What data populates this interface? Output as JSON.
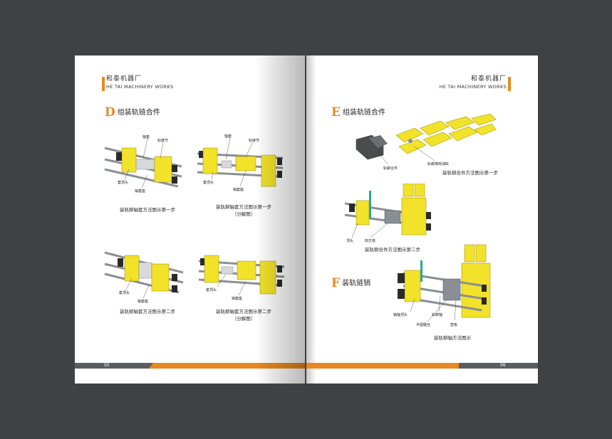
{
  "brand": {
    "cn": "和泰机器厂",
    "en": "HE TAI MACHINERY WORKS",
    "accent": "#e8891f",
    "yellow": "#f2e22a"
  },
  "left": {
    "section": {
      "letter": "D",
      "title": "组装轨链合件"
    },
    "figures": [
      {
        "caption": [
          "装轨耕轴套方法图示第一步"
        ],
        "labels": [
          "轴套",
          "轨链节",
          "套顶头",
          "销套座"
        ]
      },
      {
        "caption": [
          "装轨耕轴套方法图示第一步",
          "（分解图）"
        ],
        "labels": [
          "轴套",
          "轨链节",
          "套顶头",
          "销套座"
        ]
      },
      {
        "caption": [
          "装轨耕轴套方法图示第二步"
        ],
        "labels": [
          "套顶头",
          "销套座"
        ]
      },
      {
        "caption": [
          "装轨耕轴套方法图示第二步",
          "（分解图）"
        ],
        "labels": [
          "套顶头",
          "销套座"
        ]
      }
    ],
    "page_number": "05"
  },
  "right": {
    "sections": [
      {
        "letter": "E",
        "title": "组装轨链合件"
      },
      {
        "letter": "F",
        "title": "装轨链销"
      }
    ],
    "figures": [
      {
        "caption": [
          "装轨耕合件方法图示第一步"
        ],
        "labels": [
          "轨耕合件",
          "轨耕撑用油缸"
        ]
      },
      {
        "caption": [
          "装轨耕合件方法图示第二步"
        ],
        "labels": [
          "顶头",
          "四方铁"
        ]
      },
      {
        "caption": [
          "装轨耕轴方法图示"
        ],
        "labels": [
          "销轴顶头",
          "轨耕轴",
          "半圆键丝",
          "垫板"
        ]
      }
    ],
    "page_number": "06"
  }
}
